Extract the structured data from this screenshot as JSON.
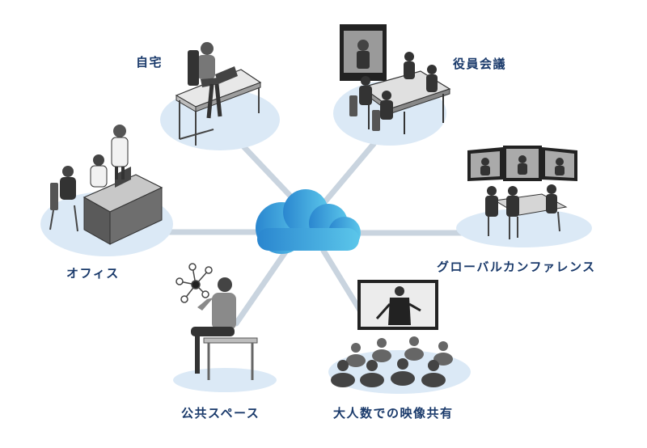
{
  "nodes": {
    "home": {
      "label": "自宅"
    },
    "board": {
      "label": "役員会議"
    },
    "office": {
      "label": "オフィス"
    },
    "global": {
      "label": "グローバルカンファレンス"
    },
    "public": {
      "label": "公共スペース"
    },
    "share": {
      "label": "大人数での映像共有"
    }
  },
  "colors": {
    "cloud_light": "#5bc6ea",
    "cloud_dark": "#2a86cf",
    "ellipse": "#dbe9f6",
    "connector": "#c9d4df",
    "label": "#1a3a6b"
  },
  "icons": {
    "hub": "cloud-icon"
  }
}
